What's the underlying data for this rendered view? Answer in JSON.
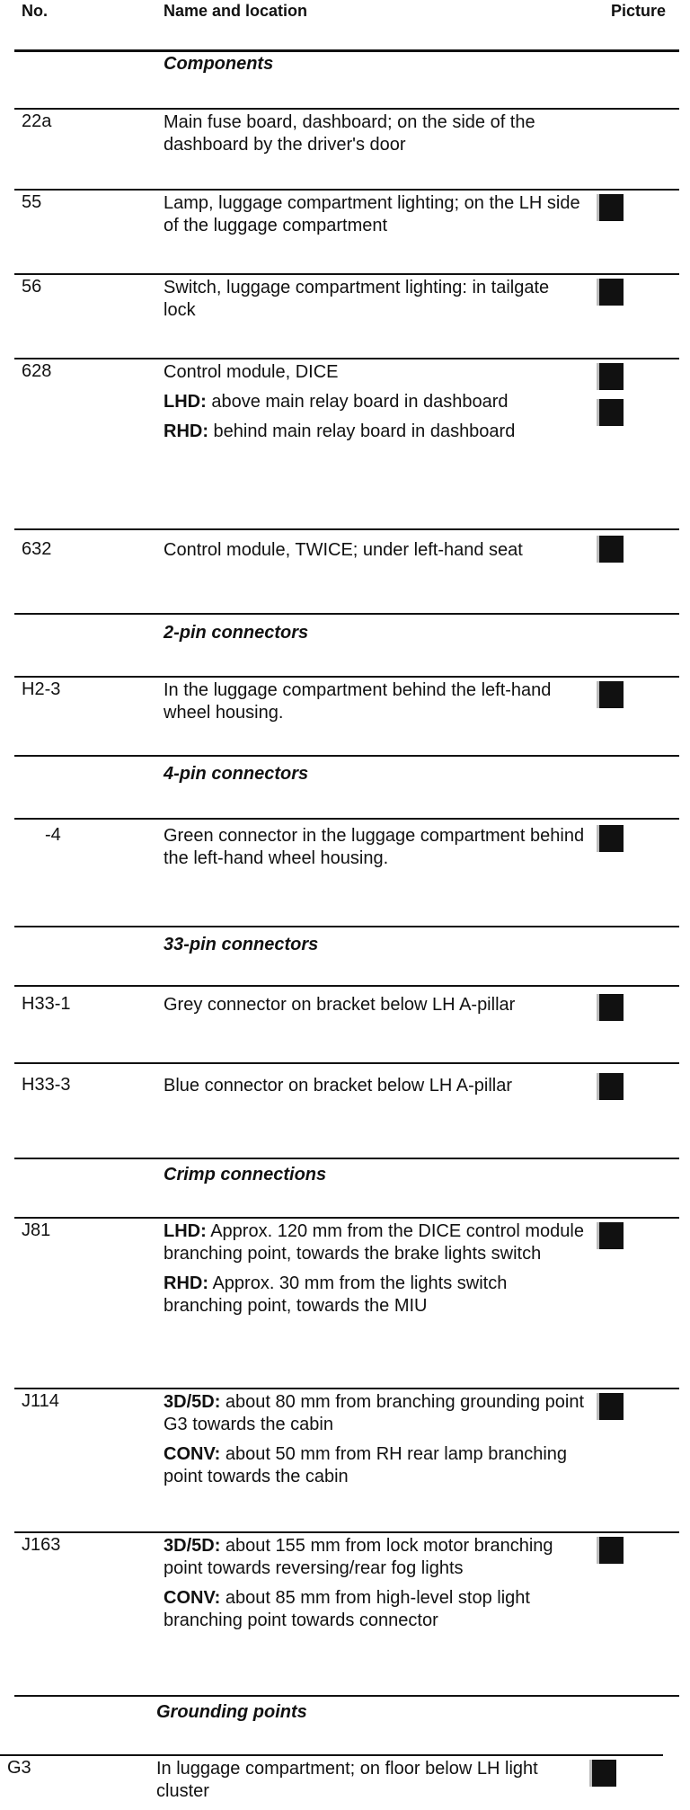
{
  "header": {
    "no": "No.",
    "name": "Name and location",
    "picture": "Picture"
  },
  "sections": {
    "components": "Components",
    "pin2": "2-pin connectors",
    "pin4": "4-pin connectors",
    "pin33": "33-pin connectors",
    "crimp": "Crimp connections",
    "grounding": "Grounding points"
  },
  "rows": {
    "r22a": {
      "no": "22a",
      "text": "Main fuse board, dashboard; on the side of the dashboard by the driver's door"
    },
    "r55": {
      "no": "55",
      "text": "Lamp, luggage compartment lighting; on the LH side of the luggage compartment"
    },
    "r56": {
      "no": "56",
      "text": "Switch, luggage compartment lighting: in tailgate lock"
    },
    "r628": {
      "no": "628",
      "text": "Control module, DICE",
      "lhd_label": "LHD:",
      "lhd_text": " above main relay board in dashboard",
      "rhd_label": "RHD:",
      "rhd_text": " behind main relay board in dashboard"
    },
    "r632": {
      "no": "632",
      "text": "Control module, TWICE; under left-hand seat"
    },
    "rH23": {
      "no": "H2-3",
      "text": "In the luggage compartment behind the left-hand wheel housing."
    },
    "r4": {
      "no": "-4",
      "text": "Green connector in the luggage compartment behind the left-hand wheel housing."
    },
    "rH331": {
      "no": "H33-1",
      "text": "Grey connector on bracket below LH A-pillar"
    },
    "rH333": {
      "no": "H33-3",
      "text": "Blue connector on bracket below LH A-pillar"
    },
    "rJ81": {
      "no": "J81",
      "lhd_label": "LHD:",
      "lhd_text": " Approx. 120 mm from the DICE control module branching point, towards the brake lights switch",
      "rhd_label": "RHD:",
      "rhd_text": " Approx. 30 mm from the lights switch branching point, towards the MIU"
    },
    "rJ114": {
      "no": "J114",
      "a_label": "3D/5D:",
      "a_text": " about 80 mm from branching grounding point G3 towards the cabin",
      "b_label": "CONV:",
      "b_text": " about 50 mm from RH rear lamp branching point towards the cabin"
    },
    "rJ163": {
      "no": "J163",
      "a_label": "3D/5D:",
      "a_text": " about 155 mm from lock motor branching point towards reversing/rear fog lights",
      "b_label": "CONV:",
      "b_text": " about 85 mm from high-level stop light branching point towards connector"
    },
    "rG3": {
      "no": "G3",
      "text": "In luggage compartment; on floor below LH light cluster"
    }
  }
}
